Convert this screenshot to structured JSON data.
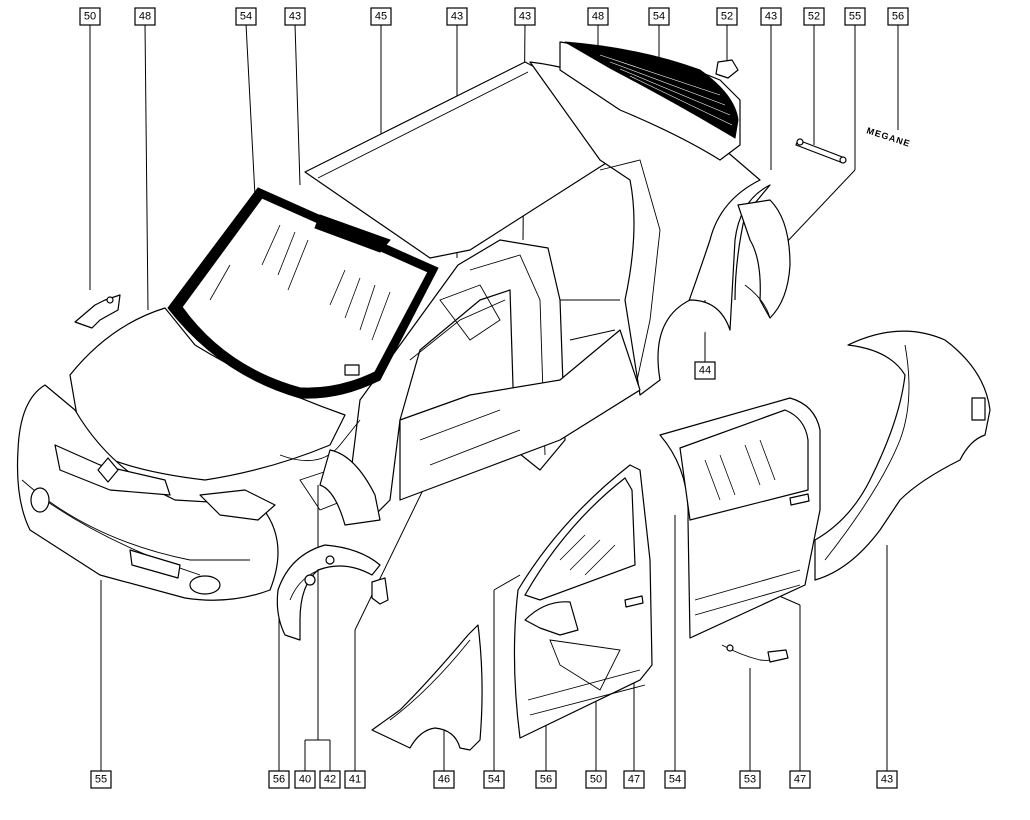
{
  "diagram": {
    "background": "#ffffff",
    "line_color": "#000000",
    "badge_text": "MEGANE",
    "callouts_top": [
      "50",
      "48",
      "54",
      "43",
      "45",
      "43",
      "43",
      "48",
      "54",
      "52",
      "43",
      "52",
      "55",
      "56"
    ],
    "callouts_bottom": [
      "55",
      "56",
      "40",
      "42",
      "41",
      "46",
      "54",
      "56",
      "50",
      "47",
      "54",
      "53",
      "47",
      "43"
    ],
    "callouts_side": [
      "44"
    ]
  }
}
